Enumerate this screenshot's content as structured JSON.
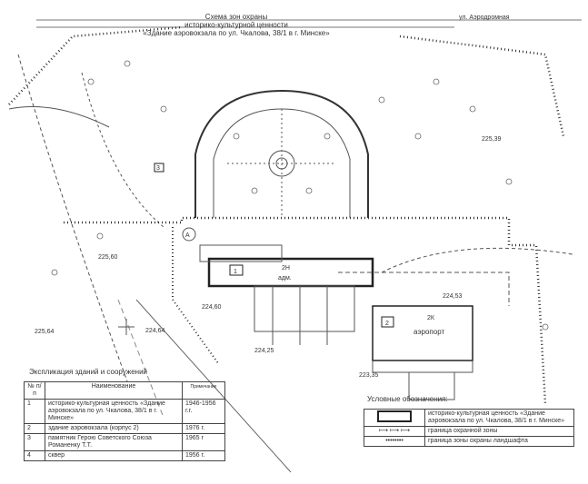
{
  "title": {
    "line1": "Схема зон охраны",
    "line2": "историко-культурной ценности",
    "line3": "«Здание аэровокзала по ул. Чкалова, 38/1 в г. Минске»"
  },
  "street_label": "ул. Аэродромная",
  "map_labels": {
    "building1_number": "1",
    "building1_type": "2Н",
    "building1_use": "адм.",
    "building2_number": "2",
    "building2_type": "2К",
    "building2_use": "аэропорт",
    "monument_number": "3",
    "point_a": "А",
    "elev1": "225,60",
    "elev2": "224,60",
    "elev3": "224,64",
    "elev4": "224,53",
    "elev5": "224,25",
    "elev6": "223,35",
    "elev7": "225,64",
    "elev8": "225,39"
  },
  "explication": {
    "title": "Экспликация зданий и сооружений",
    "headers": [
      "№ п/п",
      "Наименование",
      "Примечание"
    ],
    "rows": [
      {
        "no": "1",
        "name": "историко-культурная ценность «Здание аэровокзала по ул. Чкалова, 38/1 в г. Минске»",
        "note": "1946-1956 г.г."
      },
      {
        "no": "2",
        "name": "здание аэровокзала (корпус 2)",
        "note": "1976 г."
      },
      {
        "no": "3",
        "name": "памятник Герою Советского Союза Романенку Т.Т.",
        "note": "1965 г"
      },
      {
        "no": "4",
        "name": "сквер",
        "note": "1956 г."
      }
    ]
  },
  "legend": {
    "title": "Условные обозначения:",
    "items": [
      {
        "symbol": "rectangle",
        "label": "историко-культурная ценность «Здание аэровокзала по ул. Чкалова, 38/1 в г. Минске»"
      },
      {
        "symbol": "⟼ ⟼ ⟼",
        "label": "граница охранной зоны"
      },
      {
        "symbol": "••••••••",
        "label": "граница зоны охраны ландшафта"
      }
    ]
  }
}
